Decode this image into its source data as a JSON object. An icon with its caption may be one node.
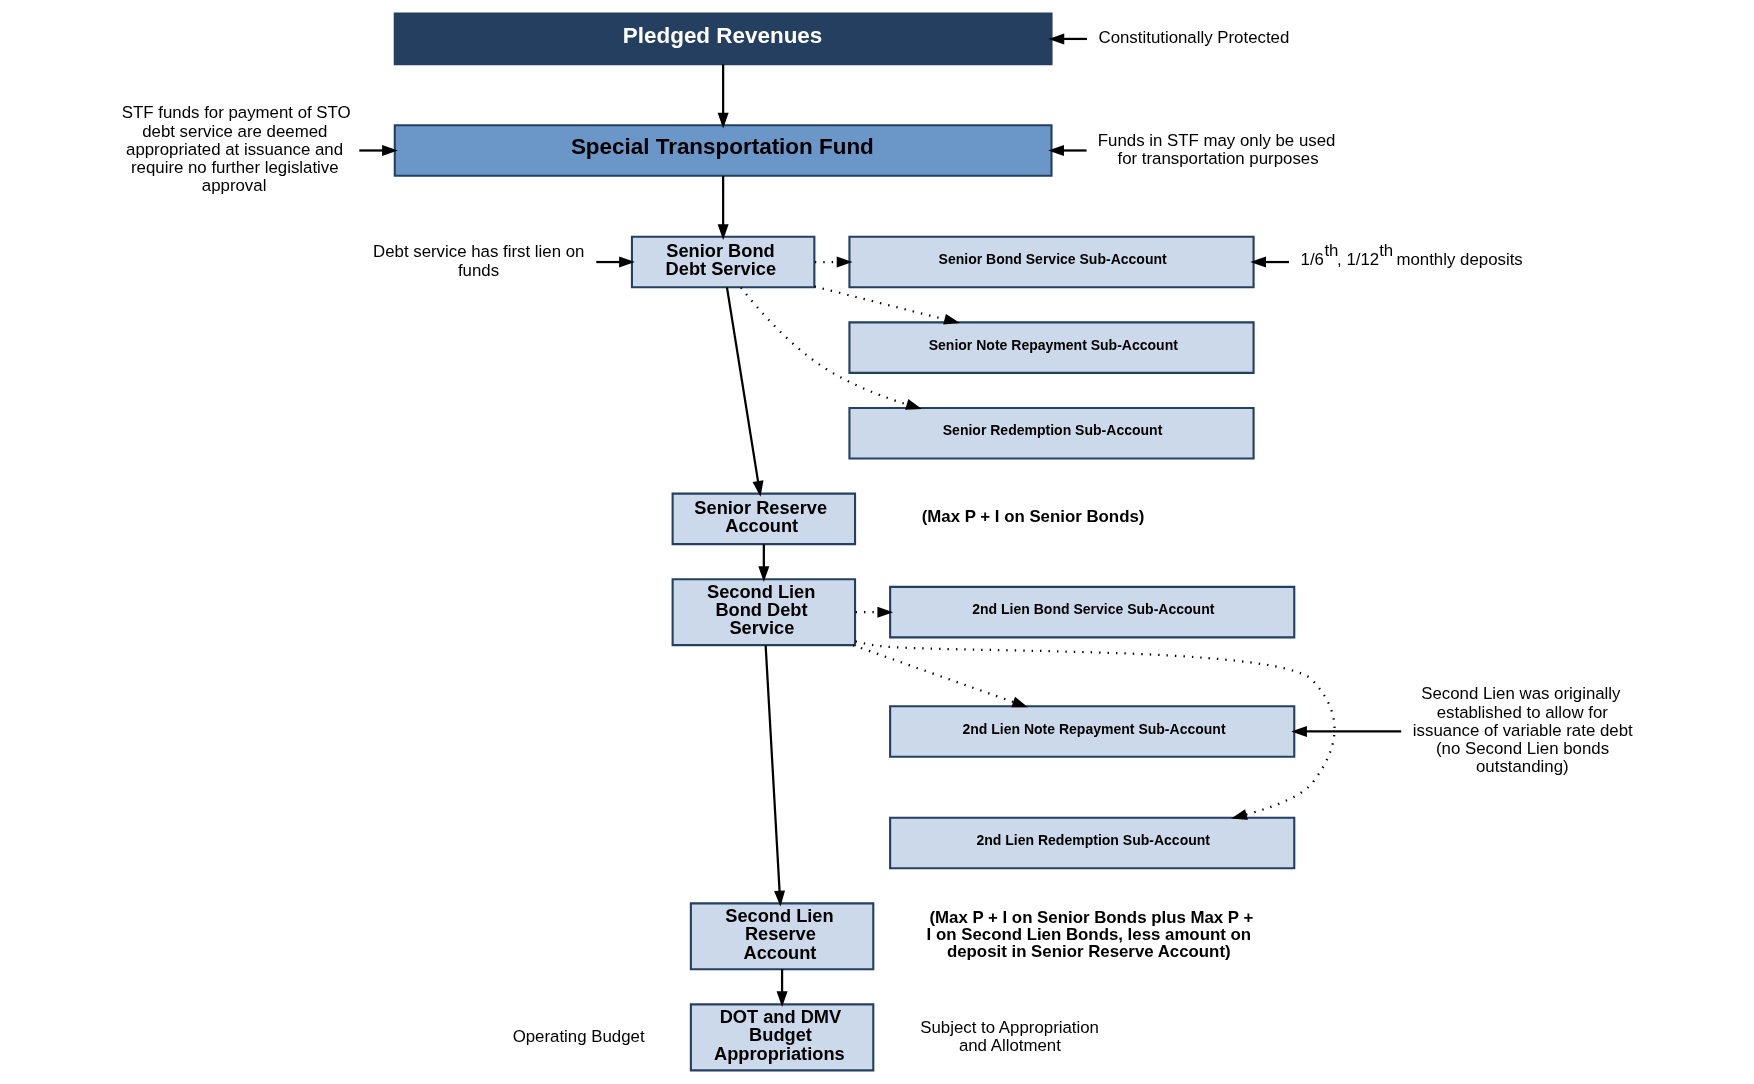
{
  "diagram": {
    "nodes": [
      {
        "text": [
          "Pledged Revenues"
        ]
      },
      {
        "text": [
          "Special Transportation Fund"
        ]
      },
      {
        "text": [
          "Senior Bond Debt Service"
        ]
      },
      {
        "text": [
          "Senior Bond Service Sub-Account"
        ]
      },
      {
        "text": [
          "Senior Note Repayment Sub-Account"
        ]
      },
      {
        "text": [
          "Senior Redemption Sub-Account"
        ]
      },
      {
        "text": [
          "Senior Reserve Account"
        ]
      },
      {
        "text": [
          "Second Lien Bond Debt Service"
        ]
      },
      {
        "text": [
          "2nd Lien Bond Service Sub-Account"
        ]
      },
      {
        "text": [
          "2nd Lien Note Repayment Sub-Account"
        ]
      },
      {
        "text": [
          "2nd Lien Redemption Sub-Account"
        ]
      },
      {
        "text": [
          "Second Lien Reserve Account"
        ]
      },
      {
        "text": [
          "DOT and DMV Budget Appropriations"
        ]
      },
      {
        "text": [
          "Constitutionally Protected"
        ]
      },
      {
        "text": [
          "Funds in STF may only be used for transportation purposes"
        ]
      },
      {
        "text": [
          "STF funds for payment of STO debt service are deemed appropriated at issuance and require no further legislative approval"
        ]
      },
      {
        "text": [
          "1/6$^{th}$, 1/12$^{th}$ monthly deposits"
        ]
      },
      {
        "text": [
          "Debt service has first lien on funds"
        ]
      },
      {
        "text": [
          "Second Lien was originally established to allow for issuance of variable rate debt (no Second Lien bonds outstanding)"
        ]
      }
    ],
    "edges": [
      {
        "from": 0,
        "to": 1,
        "arrow": "to"
      },
      {
        "from": 1,
        "to": 2,
        "arrow": "to"
      },
      {
        "from": 2,
        "to": 3,
        "arrow": "to",
        "style": "dashed"
      },
      {
        "from": 2,
        "to": 4,
        "arrow": "to",
        "style": "dashed"
      },
      {
        "from": 2,
        "to": 5,
        "arrow": "to",
        "style": "dashed"
      },
      {
        "from": 2,
        "to": 6,
        "arrow": "to"
      },
      {
        "from": 6,
        "to": 7,
        "arrow": "to"
      },
      {
        "from": 7,
        "to": 8,
        "arrow": "to",
        "style": "dashed"
      },
      {
        "from": 7,
        "to": 9,
        "arrow": "to",
        "style": "dashed"
      },
      {
        "from": 7,
        "to": 10,
        "arrow": "to",
        "style": "dashed"
      },
      {
        "from": 7,
        "to": 11,
        "arrow": "to"
      },
      {
        "from": 11,
        "to": 12,
        "arrow": "to"
      },
      {
        "from": 13,
        "to": 0,
        "arrow": "to"
      },
      {
        "from": 14,
        "to": 1,
        "arrow": "to"
      },
      {
        "from": 15,
        "to": 1,
        "arrow": "to"
      },
      {
        "from": 16,
        "to": 3,
        "arrow": "to"
      },
      {
        "from": 17,
        "to": 2,
        "arrow": "to"
      },
      {
        "from": 18,
        "to": 9,
        "arrow": "to"
      }
    ],
    "labels": [
      "(Max P + I on Senior Bonds)",
      "(Max P + I on Senior Bonds plus Max P + I on Second Lien Bonds, less amount on deposit in Senior Reserve Account)",
      "Operating Budget",
      "Subject to Appropriation and Allotment"
    ]
  }
}
